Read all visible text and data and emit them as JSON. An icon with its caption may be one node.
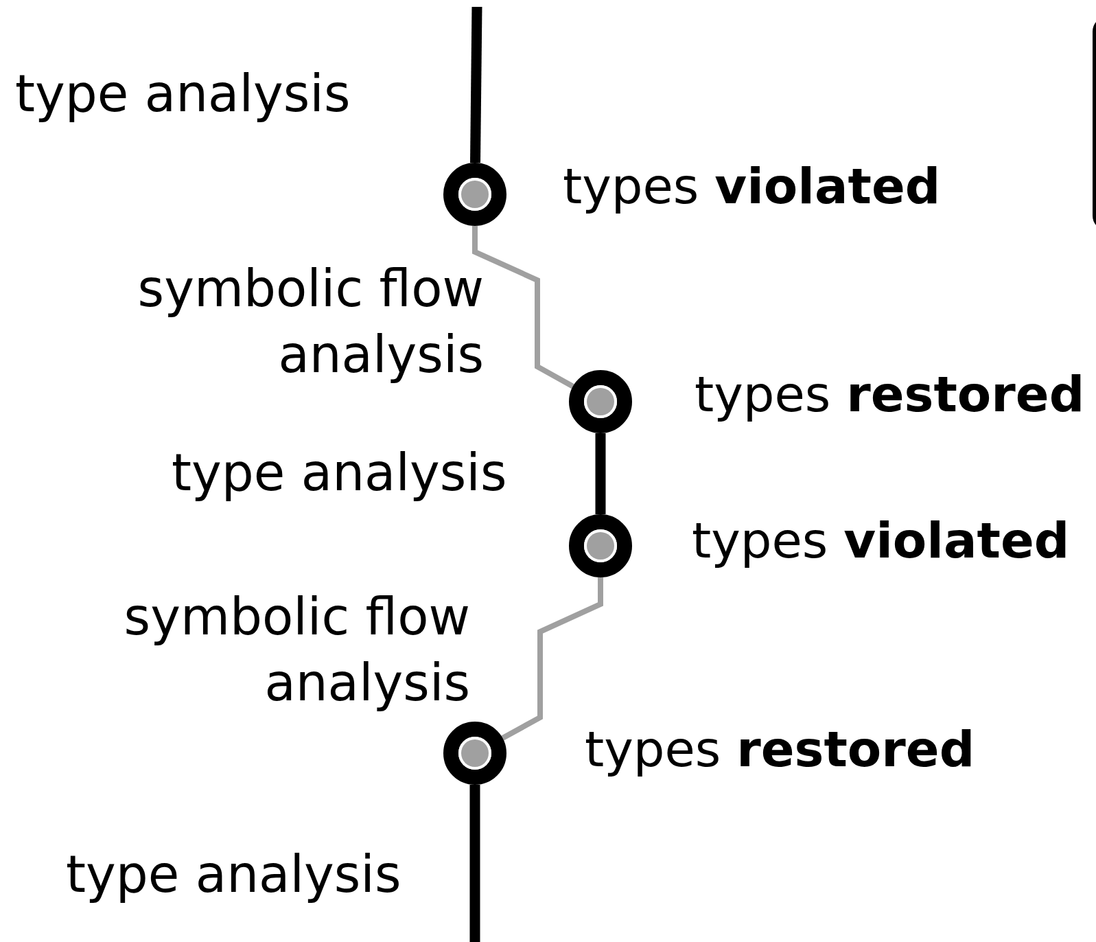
{
  "diagram": {
    "nodes": [
      {
        "text": [],
        "shape": "circle",
        "beside": [
          "types **violated**"
        ]
      },
      {
        "text": [],
        "shape": "circle",
        "beside": [
          "types **restored**"
        ]
      },
      {
        "text": [],
        "shape": "circle",
        "beside": [
          "types **violated**"
        ]
      },
      {
        "text": [],
        "shape": "circle",
        "beside": [
          "types **restored**"
        ]
      }
    ],
    "edges": [
      {
        "from": null,
        "to": 0,
        "arrow": "none",
        "label": "type analysis"
      },
      {
        "from": 0,
        "to": 1,
        "arrow": "none",
        "color": "#a0a0a0",
        "label": "symbolic flow analysis"
      },
      {
        "from": 1,
        "to": 2,
        "arrow": "none",
        "label": "type analysis"
      },
      {
        "from": 2,
        "to": 3,
        "arrow": "none",
        "color": "#a0a0a0",
        "label": "symbolic flow analysis"
      },
      {
        "from": 3,
        "to": null,
        "arrow": "none",
        "label": "type analysis"
      }
    ]
  }
}
